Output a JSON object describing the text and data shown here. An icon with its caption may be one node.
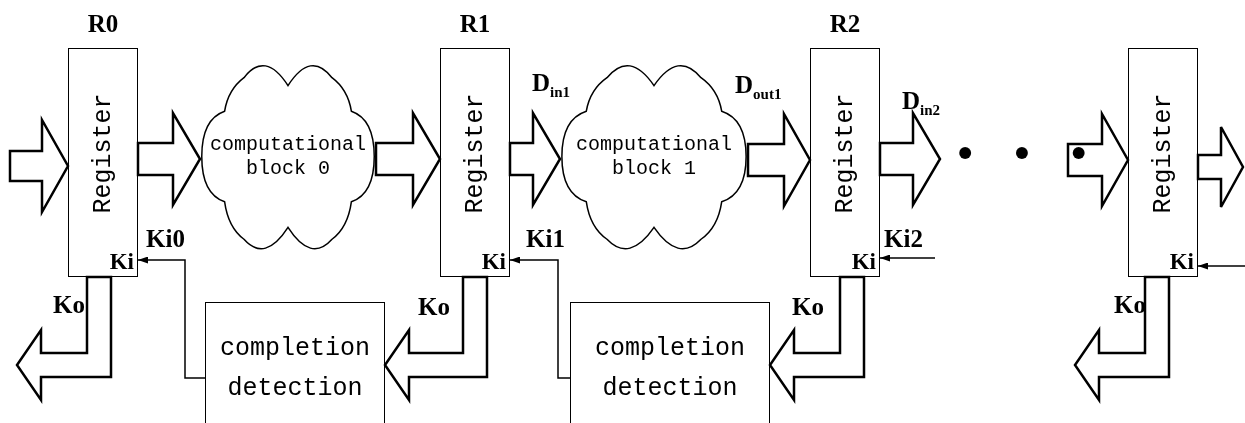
{
  "diagram": {
    "nodes": [
      {
        "text": [
          "R0",
          "Register",
          "Ki"
        ]
      },
      {
        "text": [
          "computational block 0"
        ]
      },
      {
        "text": [
          "R1",
          "Register",
          "Ki"
        ]
      },
      {
        "text": [
          "computational block 1"
        ]
      },
      {
        "text": [
          "R2",
          "Register",
          "Ki"
        ]
      },
      {
        "text": [
          "Register",
          "Ki"
        ]
      },
      {
        "text": [
          "completion detection"
        ]
      },
      {
        "text": [
          "completion detection"
        ]
      }
    ],
    "edges": [
      {
        "from": null,
        "to": 0,
        "arrow": "to",
        "style": "thick"
      },
      {
        "from": 0,
        "to": 1,
        "arrow": "to",
        "style": "thick"
      },
      {
        "from": 1,
        "to": 2,
        "arrow": "to",
        "style": "thick"
      },
      {
        "from": 2,
        "to": 3,
        "arrow": "to",
        "style": "thick",
        "label": "D$_{in1}$"
      },
      {
        "from": 3,
        "to": 4,
        "arrow": "to",
        "style": "thick",
        "label": "D$_{out1}$"
      },
      {
        "from": 4,
        "to": null,
        "arrow": "to",
        "style": "thick",
        "label": "D$_{in2}$"
      },
      {
        "from": null,
        "to": 5,
        "arrow": "to",
        "style": "thick"
      },
      {
        "from": 5,
        "to": null,
        "arrow": "to",
        "style": "thick"
      },
      {
        "from": 0,
        "to": null,
        "arrow": "to",
        "style": "thick",
        "label": "Ko"
      },
      {
        "from": 6,
        "to": 0,
        "arrow": "to",
        "label": "Ki0"
      },
      {
        "from": 2,
        "to": 6,
        "arrow": "to",
        "style": "thick",
        "label": "Ko"
      },
      {
        "from": 7,
        "to": 2,
        "arrow": "to",
        "label": "Ki1"
      },
      {
        "from": 4,
        "to": 7,
        "arrow": "to",
        "style": "thick",
        "label": "Ko"
      },
      {
        "from": null,
        "to": 4,
        "arrow": "to",
        "label": "Ki2"
      },
      {
        "from": null,
        "to": 5,
        "arrow": "to"
      },
      {
        "from": 5,
        "to": null,
        "arrow": "to",
        "style": "thick",
        "label": "Ko"
      }
    ],
    "labels": [
      "• • •"
    ]
  }
}
